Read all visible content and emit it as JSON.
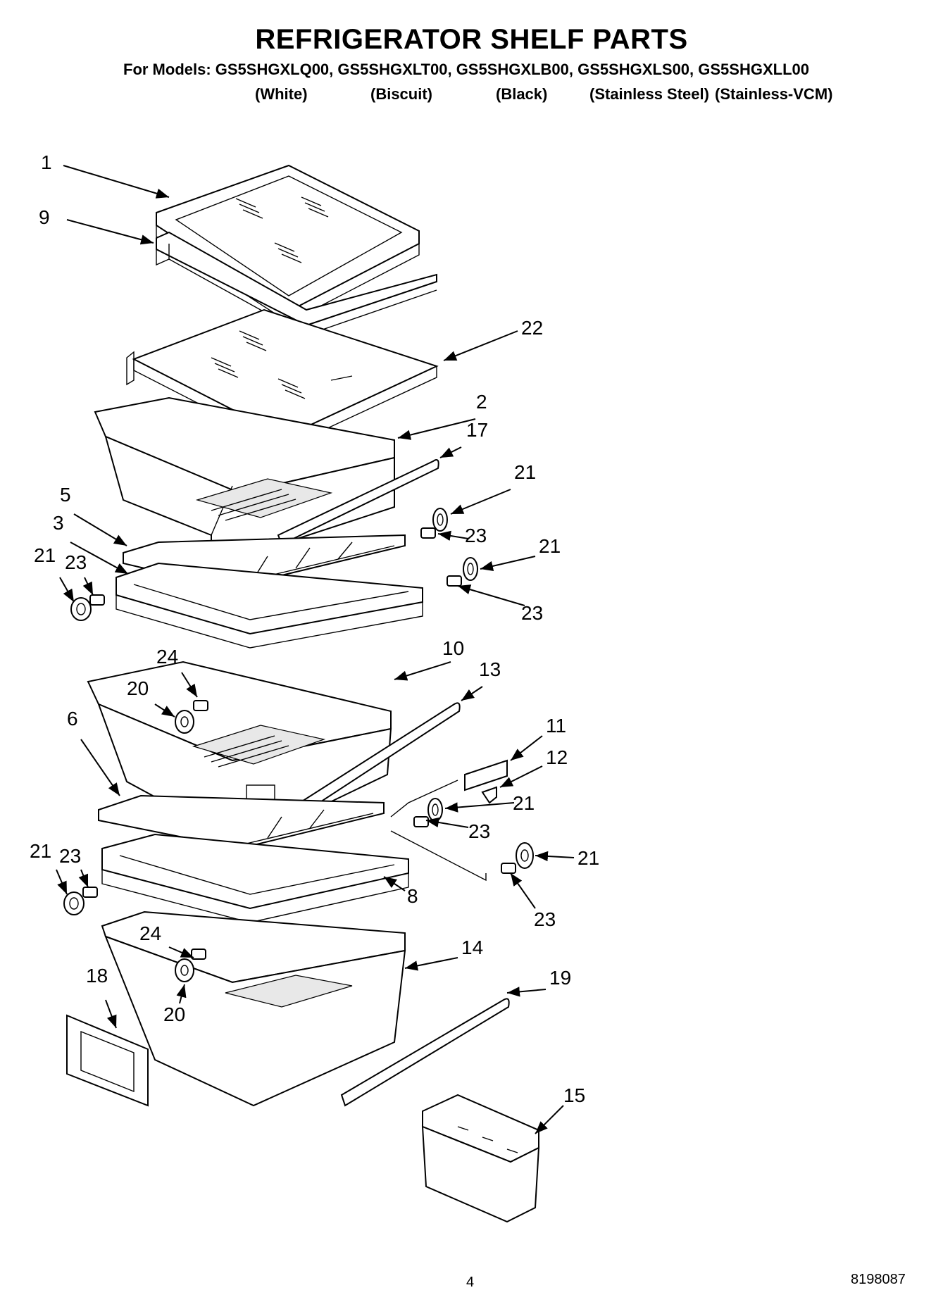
{
  "header": {
    "title": "REFRIGERATOR SHELF PARTS",
    "models_line": "For Models: GS5SHGXLQ00, GS5SHGXLT00, GS5SHGXLB00, GS5SHGXLS00, GS5SHGXLL00",
    "finishes": [
      "(White)",
      "(Biscuit)",
      "(Black)",
      "(Stainless Steel)",
      "(Stainless-VCM)"
    ]
  },
  "callouts": {
    "c1": "1",
    "c9": "9",
    "c22": "22",
    "c2": "2",
    "c17": "17",
    "c21a": "21",
    "c23a": "23",
    "c21b": "21",
    "c23b": "23",
    "c5": "5",
    "c3": "3",
    "c21c": "21",
    "c23c": "23",
    "c10": "10",
    "c13": "13",
    "c24a": "24",
    "c20a": "20",
    "c6": "6",
    "c11": "11",
    "c12": "12",
    "c21d": "21",
    "c23d": "23",
    "c21e": "21",
    "c23e": "23",
    "c21f": "21",
    "c23f": "23",
    "c8": "8",
    "c24b": "24",
    "c14": "14",
    "c18": "18",
    "c19": "19",
    "c20b": "20",
    "c15": "15"
  },
  "footer": {
    "page_number": "4",
    "doc_number": "8198087"
  }
}
